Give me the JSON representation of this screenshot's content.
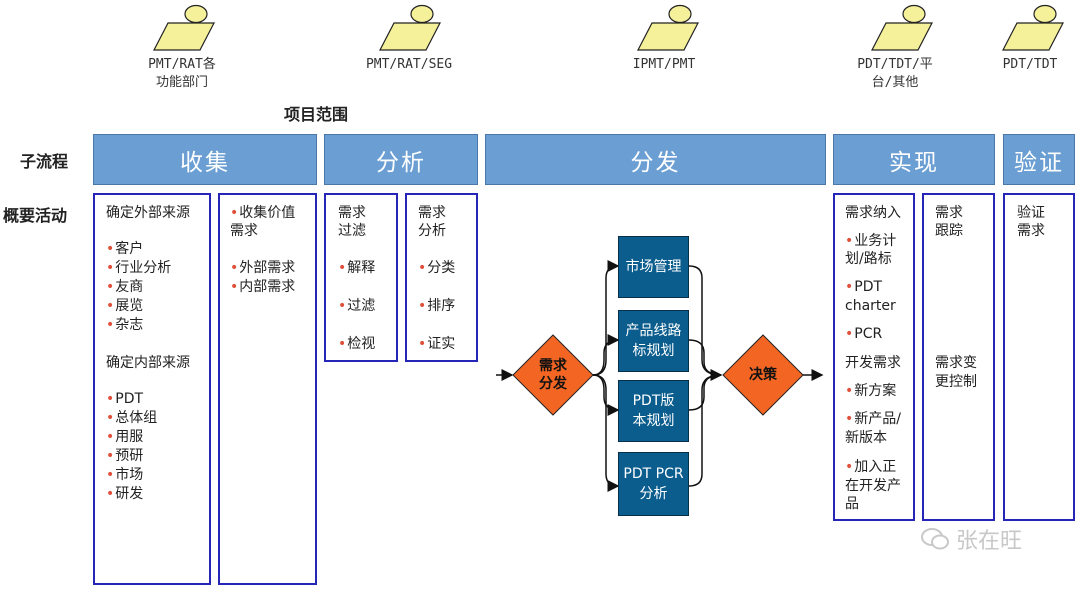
{
  "roles": [
    {
      "label": "PMT/RAT各\n功能部门",
      "icon": "person-icon"
    },
    {
      "label": "PMT/RAT/SEG",
      "icon": "person-icon"
    },
    {
      "label": "IPMT/PMT",
      "icon": "person-icon"
    },
    {
      "label": "PDT/TDT/平\n台/其他",
      "icon": "person-icon"
    },
    {
      "label": "PDT/TDT",
      "icon": "person-icon"
    }
  ],
  "scope_label": "项目范围",
  "row_labels": {
    "subprocess": "子流程",
    "activities": "概要活动"
  },
  "phases": [
    "收集",
    "分析",
    "分发",
    "实现",
    "验证"
  ],
  "collect": {
    "box1": [
      "确定外部来源",
      "•客户",
      "•行业分析",
      "•友商",
      "•展览",
      "•杂志",
      "确定内部来源",
      "•PDT",
      "•总体组",
      "•用服",
      "•预研",
      "•市场",
      "•研发"
    ],
    "box2": [
      "•收集价值",
      "需求",
      "•外部需求",
      "•内部需求"
    ]
  },
  "analyze": {
    "box1": [
      "需求",
      "过滤",
      "•解释",
      "•过滤",
      "•检视"
    ],
    "box2": [
      "需求",
      "分析",
      "•分类",
      "•排序",
      "•证实"
    ]
  },
  "distribute": {
    "start_diamond": "需求\n分发",
    "end_diamond": "决策",
    "items": [
      "市场管理",
      "产品线路\n标规划",
      "PDT版\n本规划",
      "PDT PCR\n分析"
    ]
  },
  "implement": {
    "box1": [
      "需求纳入",
      "•业务计",
      "划/路标",
      "•PDT",
      "charter",
      "•PCR",
      "开发需求",
      "•新方案",
      "•新产品/",
      "新版本",
      "•加入正",
      "在开发产",
      "品"
    ],
    "box2": [
      "需求",
      "跟踪",
      "需求变",
      "更控制"
    ]
  },
  "verify": {
    "box1": [
      "验证",
      "需求"
    ]
  },
  "watermark": "张在旺",
  "colors": {
    "header_fill": "#6b9fd3",
    "box_border": "#2525b8",
    "dist_fill": "#0b5d8e",
    "diamond_fill": "#f26522",
    "role_fill": "#f5f09a",
    "bullet": "#e0503a"
  }
}
